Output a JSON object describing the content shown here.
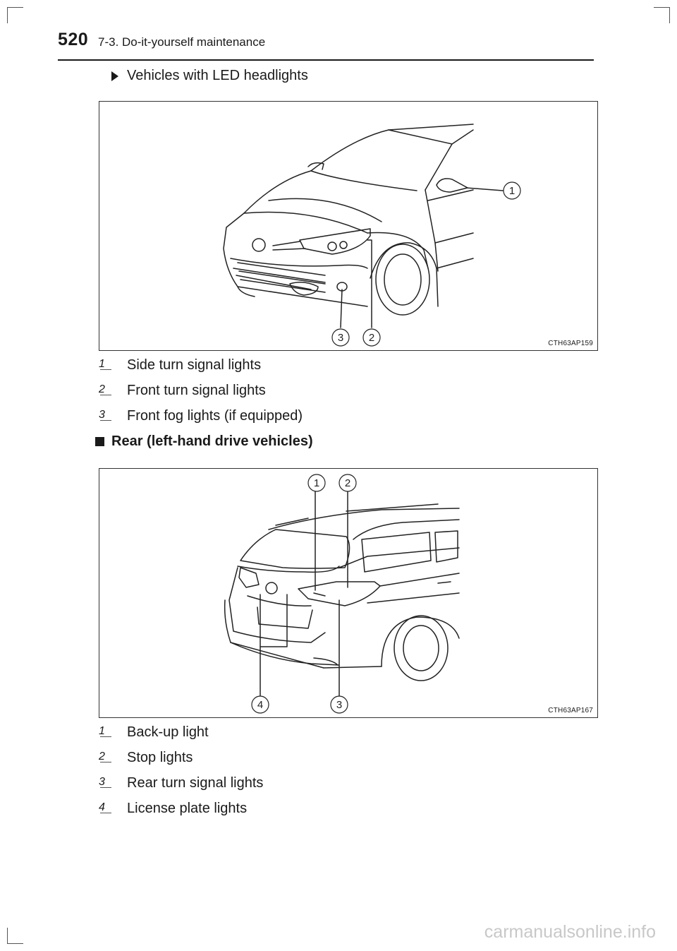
{
  "header": {
    "page_number": "520",
    "section": "7-3. Do-it-yourself maintenance"
  },
  "front_section": {
    "bullet": "Vehicles with LED headlights",
    "figure_code": "CTH63AP159",
    "callouts": [
      "1",
      "2",
      "3"
    ],
    "legend": [
      {
        "num": "1",
        "text": "Side turn signal lights"
      },
      {
        "num": "2",
        "text": "Front turn signal lights"
      },
      {
        "num": "3",
        "text": "Front fog lights (if equipped)"
      }
    ]
  },
  "rear_section": {
    "heading": "Rear (left-hand drive vehicles)",
    "figure_code": "CTH63AP167",
    "callouts": [
      "1",
      "2",
      "3",
      "4"
    ],
    "legend": [
      {
        "num": "1",
        "text": "Back-up light"
      },
      {
        "num": "2",
        "text": "Stop lights"
      },
      {
        "num": "3",
        "text": "Rear turn signal lights"
      },
      {
        "num": "4",
        "text": "License plate lights"
      }
    ]
  },
  "footer": {
    "watermark": "carmanualsonline.info"
  }
}
